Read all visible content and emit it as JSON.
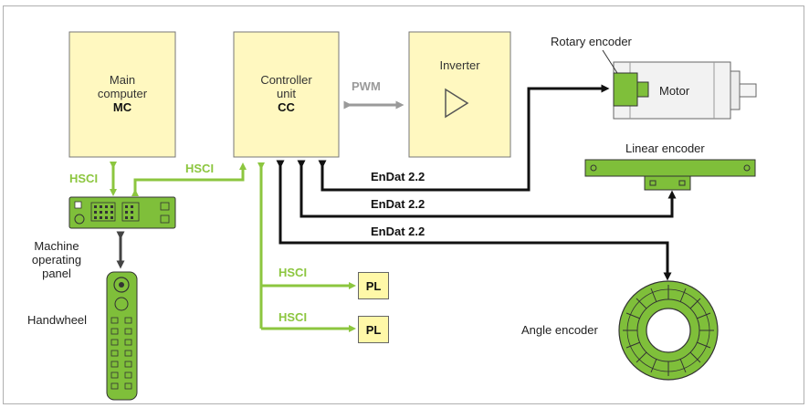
{
  "blocks": {
    "main_computer": {
      "line1": "Main",
      "line2": "computer",
      "abbr": "MC"
    },
    "controller_unit": {
      "line1": "Controller",
      "line2": "unit",
      "abbr": "CC"
    },
    "inverter": {
      "label": "Inverter"
    }
  },
  "links": {
    "pwm": "PWM",
    "hsci_mc": "HSCI",
    "hsci_panel": "HSCI",
    "hsci_pl1": "HSCI",
    "hsci_pl2": "HSCI",
    "endat_rotary": "EnDat 2.2",
    "endat_linear": "EnDat 2.2",
    "endat_angle": "EnDat 2.2"
  },
  "devices": {
    "rotary_encoder": "Rotary encoder",
    "motor": "Motor",
    "linear_encoder": "Linear encoder",
    "angle_encoder": "Angle encoder",
    "panel": {
      "line1": "Machine",
      "line2": "operating",
      "line3": "panel"
    },
    "handwheel": "Handwheel",
    "pl1": "PL",
    "pl2": "PL"
  },
  "colors": {
    "block_fill": "#fff8c0",
    "hsci_green": "#8cc63f",
    "device_green": "#7fbf3a",
    "pwm_grey": "#9a9a9a",
    "endat_black": "#111111"
  }
}
